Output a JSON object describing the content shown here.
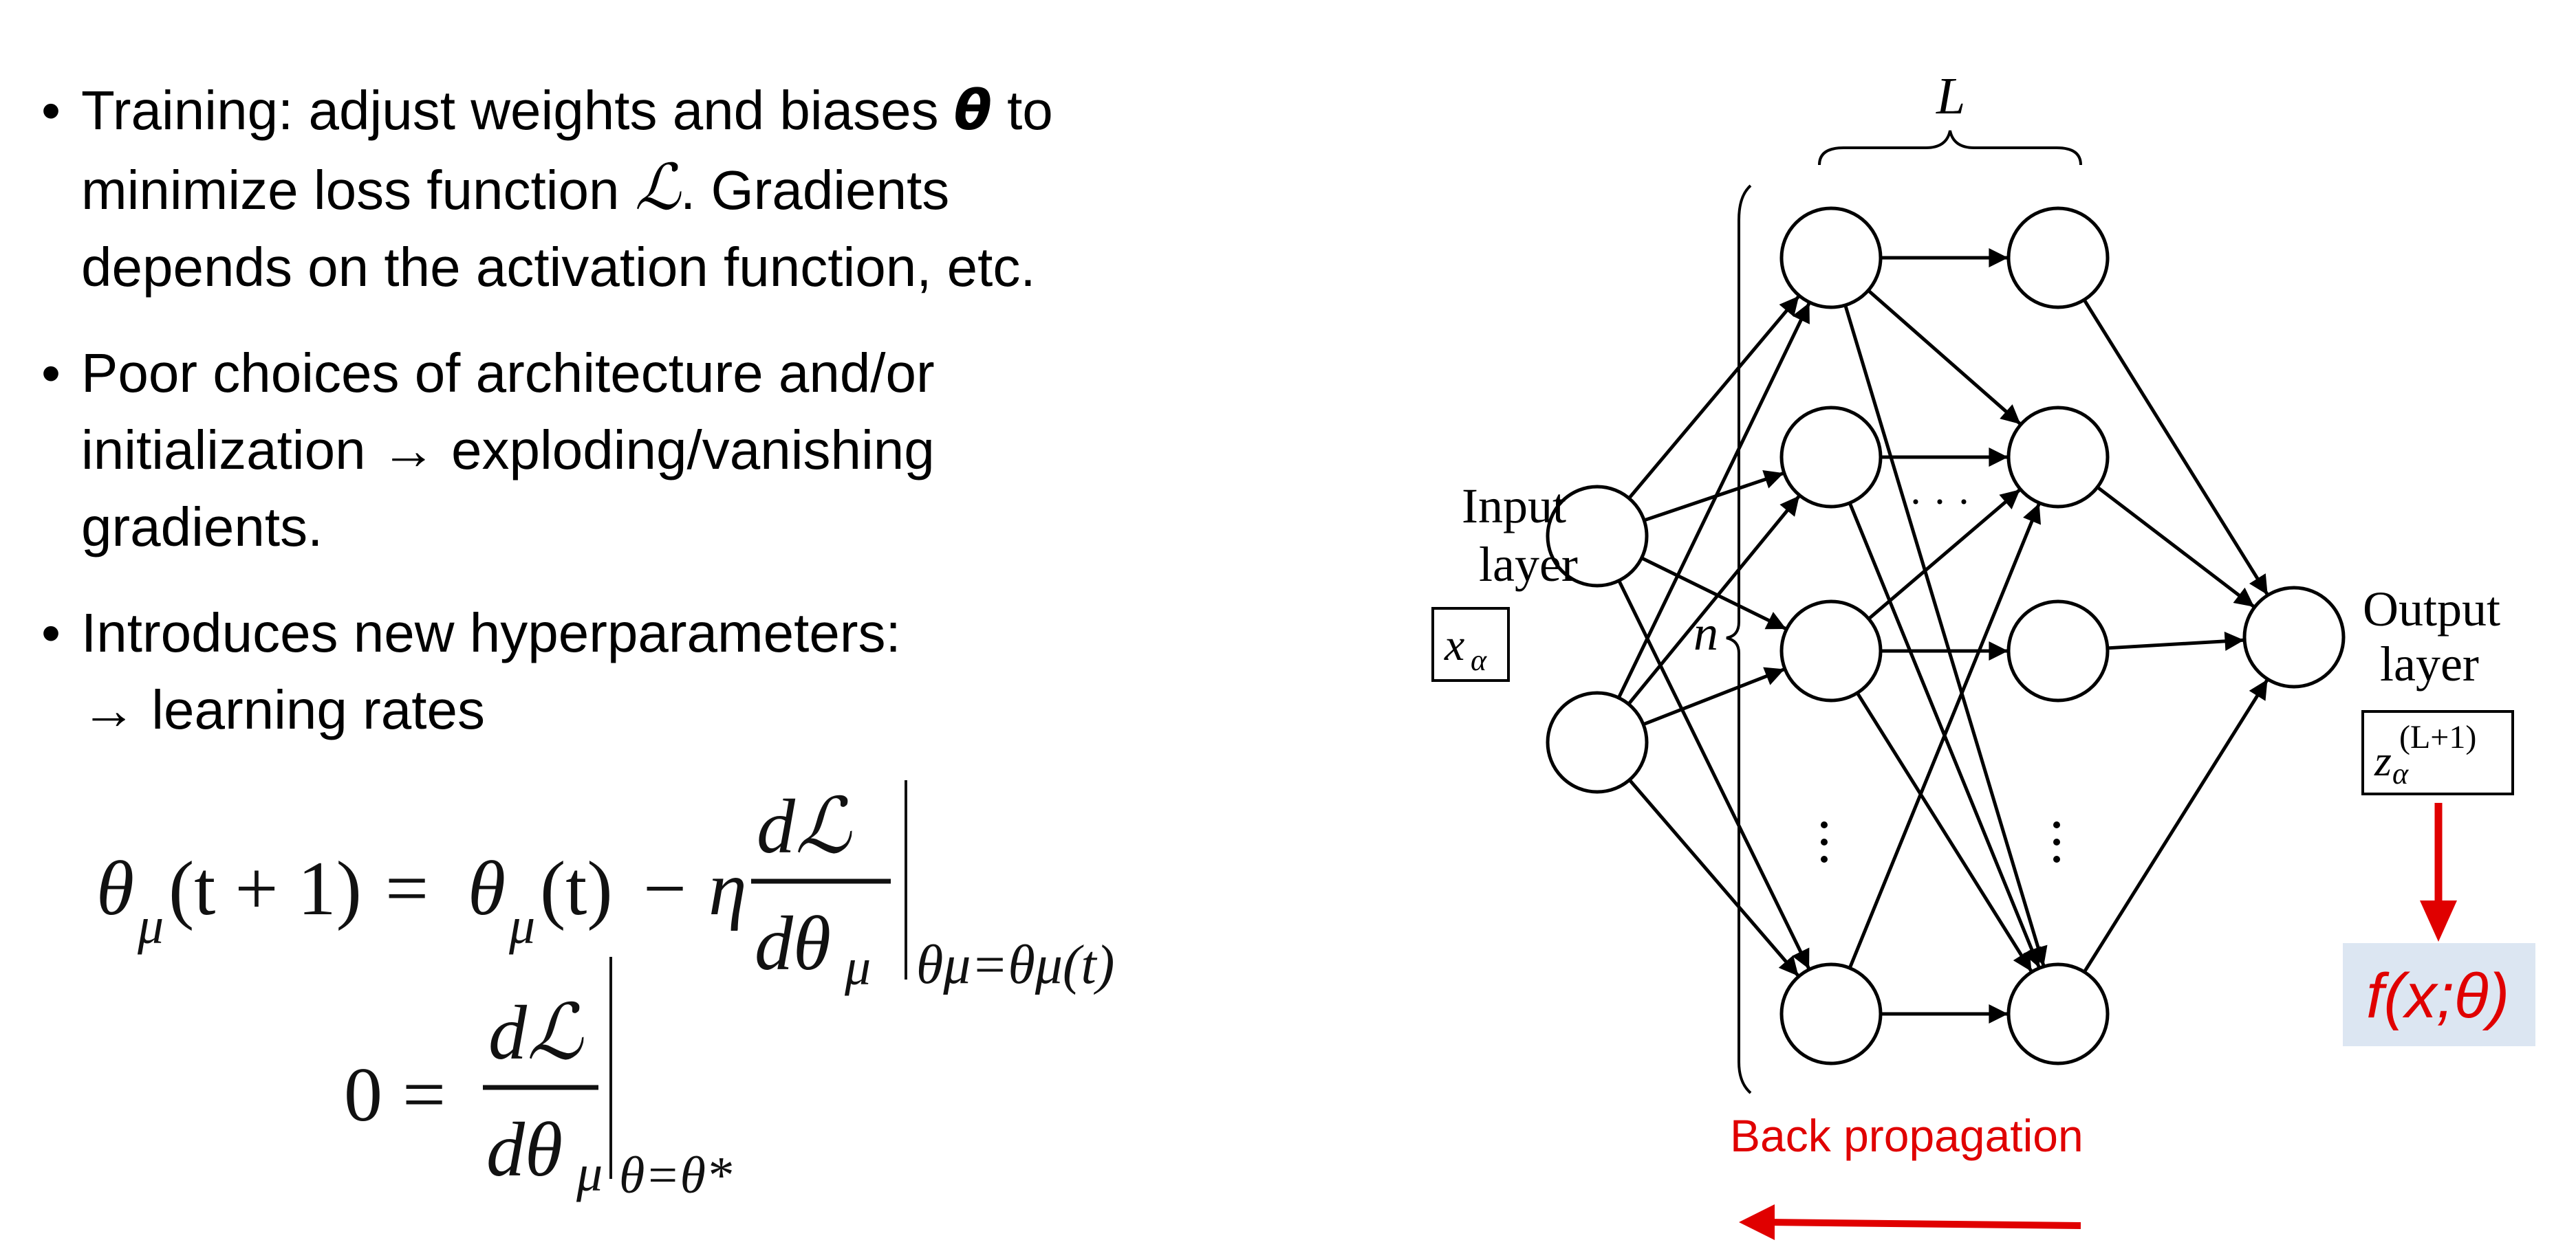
{
  "bullets": [
    {
      "text_before": "Training: adjust weights and biases ",
      "symbol": "θ",
      "text_after": " to",
      "line2_before": "minimize loss function ",
      "line2_symbol": "ℒ",
      "line2_after": ". Gradients",
      "line3": "depends on the activation function, etc."
    },
    {
      "line1": "Poor choices of architecture and/or",
      "line2": "initialization → exploding/vanishing",
      "line3": "gradients."
    },
    {
      "line1": "Introduces new hyperparameters:",
      "line2": "→ learning rates"
    }
  ],
  "equations": {
    "update_rule": {
      "lhs": "θ",
      "lhs_sub": "μ",
      "lhs_arg": "(t + 1)",
      "eq": "=",
      "rhs_theta": "θ",
      "rhs_sub": "μ",
      "rhs_arg": "(t)",
      "minus": "−",
      "eta": "η",
      "num": "dℒ",
      "den": "dθ",
      "den_sub": "μ",
      "eval_at": "θμ=θμ(t)"
    },
    "optimum": {
      "lhs": "0",
      "eq": "=",
      "num": "dℒ",
      "den": "dθ",
      "den_sub": "μ",
      "eval_at": "θ=θ*"
    }
  },
  "diagram": {
    "depth_label": "L",
    "width_label": "n",
    "input_label_line1": "Input",
    "input_label_line2": "layer",
    "input_var": "x",
    "input_var_sub": "α",
    "output_label_line1": "Output",
    "output_label_line2": "layer",
    "output_var": "z",
    "output_var_sub": "α",
    "output_var_sup": "(L+1)",
    "ellipsis_h": "· · ·",
    "function_label": "f(x;θ)",
    "backprop_label": "Back propagation",
    "colors": {
      "accent_red": "#e00000",
      "function_box_bg": "#dce6f2"
    }
  }
}
